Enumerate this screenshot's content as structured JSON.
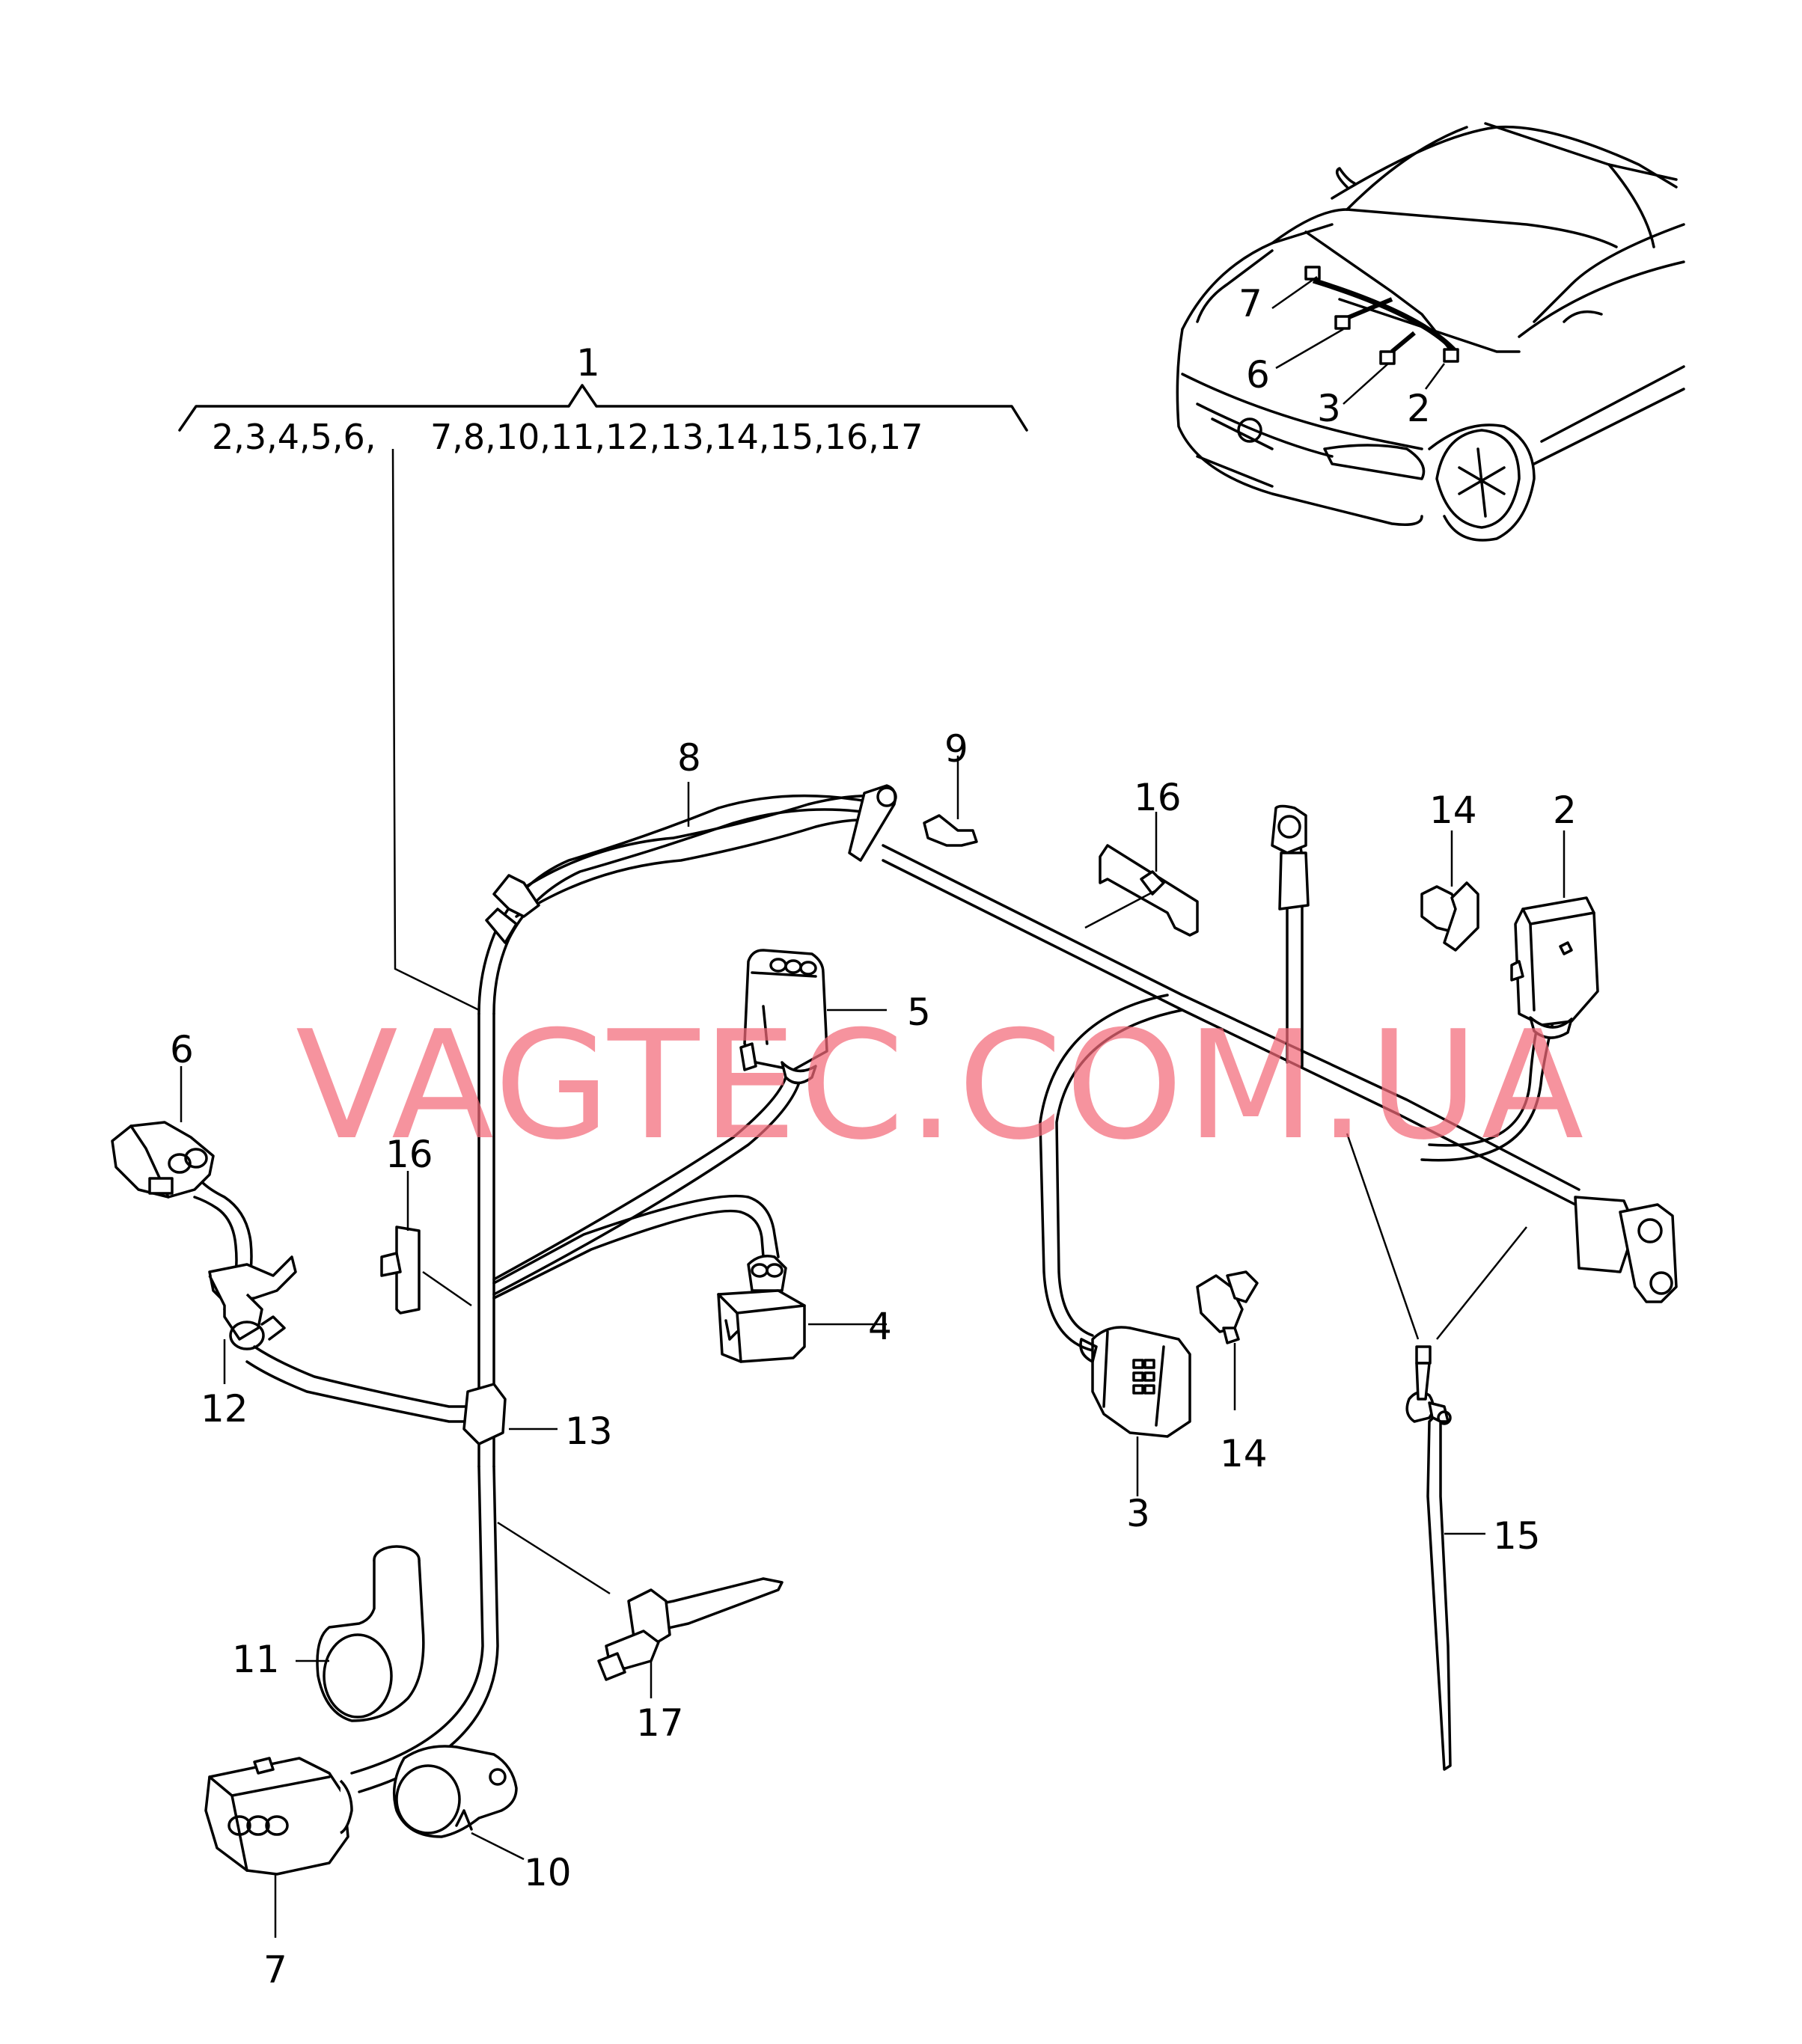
{
  "callouts": {
    "group_number": "1",
    "group_left": "2,3,4,5,6,",
    "group_right": "7,8,10,11,12,13,14,15,16,17",
    "inset_7": "7",
    "inset_6": "6",
    "inset_3": "3",
    "inset_2": "2",
    "p8": "8",
    "p9": "9",
    "p16a": "16",
    "p14a": "14",
    "p2": "2",
    "p5": "5",
    "p6": "6",
    "p16b": "16",
    "p4": "4",
    "p12": "12",
    "p13": "13",
    "p3": "3",
    "p14b": "14",
    "p15": "15",
    "p11": "11",
    "p17": "17",
    "p10": "10",
    "p7": "7"
  },
  "watermark": "VAGTEC.COM.UA",
  "colors": {
    "line": "#000000",
    "watermark": "#f26a78",
    "background": "#ffffff"
  }
}
